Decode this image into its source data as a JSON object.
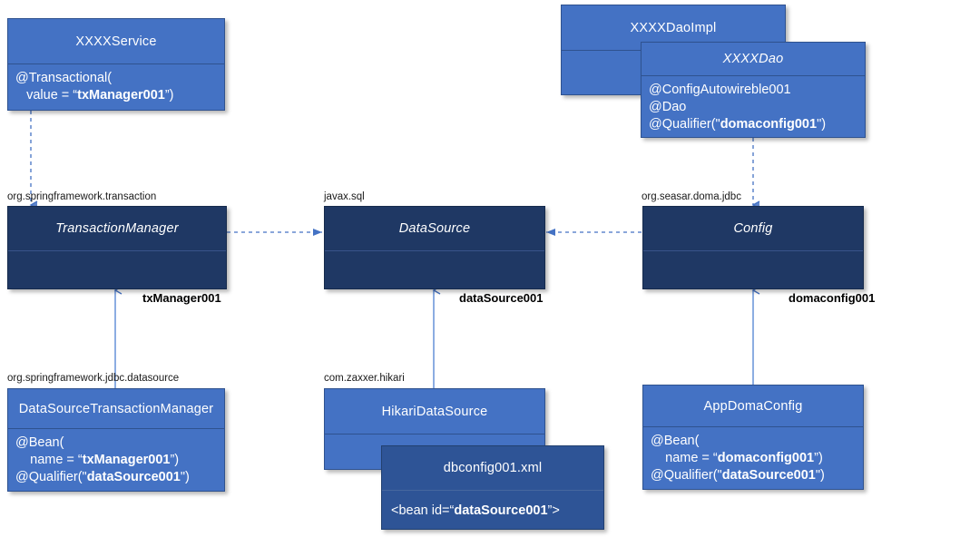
{
  "diagram": {
    "title": "Spring / Doma bean wiring diagram",
    "colors": {
      "light_blue": "#4472c4",
      "dark_blue": "#1f3864",
      "mid_blue": "#2e5496",
      "connector_blue": "#4472c4",
      "text_white": "#ffffff",
      "text_black": "#000000",
      "background": "#ffffff"
    },
    "nodes": [
      {
        "id": "xxxx-service",
        "header": "XXXXService",
        "header_italic": false,
        "style": "light",
        "body_lines": [
          {
            "text": "@Transactional(",
            "bold_spans": []
          },
          {
            "text": "   value = “txManager001”)",
            "bold_spans": [
              "txManager001"
            ]
          }
        ],
        "body_html": "@Transactional(\n   value = “<b>txManager001</b>”)"
      },
      {
        "id": "xxxx-dao-impl",
        "header": "XXXXDaoImpl",
        "header_italic": false,
        "style": "light",
        "body_html": ""
      },
      {
        "id": "xxxx-dao",
        "header": "XXXXDao",
        "header_italic": true,
        "style": "light",
        "body_html": "@ConfigAutowireble001\n@Dao\n@Qualifier(\"<b>domaconfig001</b>\")"
      },
      {
        "id": "transaction-manager",
        "header": "TransactionManager",
        "header_italic": true,
        "style": "dark",
        "body_html": ""
      },
      {
        "id": "data-source",
        "header": "DataSource",
        "header_italic": true,
        "style": "dark",
        "body_html": ""
      },
      {
        "id": "config",
        "header": "Config",
        "header_italic": true,
        "style": "dark",
        "body_html": ""
      },
      {
        "id": "data-source-transaction-manager",
        "header": "DataSourceTransactionManager",
        "header_italic": false,
        "style": "light",
        "body_html": "@Bean(\n    name = “<b>txManager001</b>”)\n@Qualifier(\"<b>dataSource001</b>\")"
      },
      {
        "id": "hikari-data-source",
        "header": "HikariDataSource",
        "header_italic": false,
        "style": "light",
        "body_html": ""
      },
      {
        "id": "app-doma-config",
        "header": "AppDomaConfig",
        "header_italic": false,
        "style": "light",
        "body_html": "@Bean(\n    name = “<b>domaconfig001</b>”)\n@Qualifier(\"<b>dataSource001</b>\")"
      },
      {
        "id": "dbconfig-xml",
        "header": "dbconfig001.xml",
        "header_italic": false,
        "style": "mid",
        "body_html": "<bean id=“<b>dataSource001</b>”>"
      }
    ],
    "package_labels": [
      {
        "id": "pkg-transaction",
        "text": "org.springframework.transaction"
      },
      {
        "id": "pkg-javax-sql",
        "text": "javax.sql"
      },
      {
        "id": "pkg-doma-jdbc",
        "text": "org.seasar.doma.jdbc"
      },
      {
        "id": "pkg-jdbc-datasource",
        "text": "org.springframework.jdbc.datasource"
      },
      {
        "id": "pkg-hikari",
        "text": "com.zaxxer.hikari"
      }
    ],
    "bean_labels": [
      {
        "id": "bean-txmanager001",
        "text": "txManager001"
      },
      {
        "id": "bean-datasource001",
        "text": "dataSource001"
      },
      {
        "id": "bean-domaconfig001",
        "text": "domaconfig001"
      }
    ],
    "connectors": [
      {
        "id": "service-to-transactionmanager",
        "kind": "dependency-dashed",
        "from": "xxxx-service",
        "to": "transaction-manager"
      },
      {
        "id": "dao-to-config",
        "kind": "dependency-dashed",
        "from": "xxxx-dao",
        "to": "config"
      },
      {
        "id": "transactionmanager-to-datasource",
        "kind": "dependency-dashed",
        "from": "transaction-manager",
        "to": "data-source"
      },
      {
        "id": "config-to-datasource",
        "kind": "dependency-dashed",
        "from": "config",
        "to": "data-source"
      },
      {
        "id": "dstm-to-transactionmanager",
        "kind": "realization-solid",
        "from": "data-source-transaction-manager",
        "to": "transaction-manager"
      },
      {
        "id": "hikari-to-datasource",
        "kind": "realization-solid",
        "from": "hikari-data-source",
        "to": "data-source"
      },
      {
        "id": "appdomaconfig-to-config",
        "kind": "realization-solid",
        "from": "app-doma-config",
        "to": "config"
      }
    ]
  }
}
